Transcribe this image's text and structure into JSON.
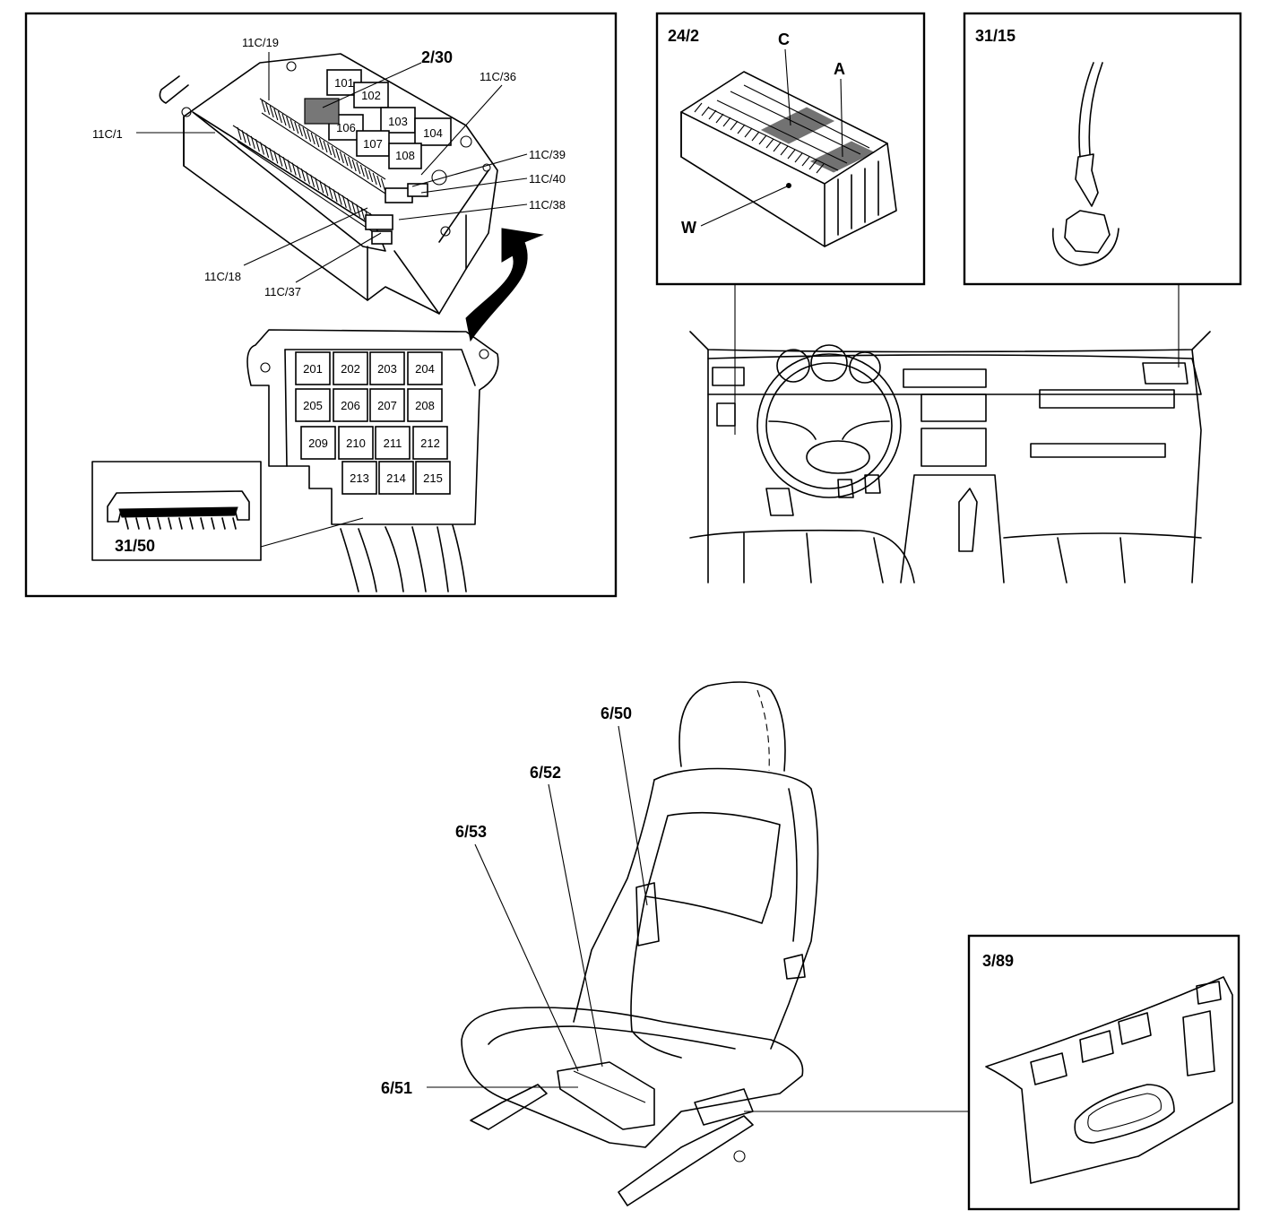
{
  "fuse_relay_box": {
    "frame_label": "",
    "callouts": [
      "11C/19",
      "2/30",
      "11C/36",
      "11C/1",
      "11C/39",
      "11C/40",
      "11C/38",
      "11C/18",
      "11C/37"
    ],
    "upper_relays": [
      "101",
      "102",
      "103",
      "104",
      "106",
      "107",
      "108"
    ],
    "lower_relays": [
      "201",
      "202",
      "203",
      "204",
      "205",
      "206",
      "207",
      "208",
      "209",
      "210",
      "211",
      "212",
      "213",
      "214",
      "215"
    ],
    "connector_label": "31/50"
  },
  "module_24_2": {
    "title": "24/2",
    "callouts": [
      "C",
      "A",
      "W"
    ]
  },
  "ground_31_15": {
    "title": "31/15"
  },
  "seat": {
    "callouts": [
      "6/50",
      "6/52",
      "6/53",
      "6/51"
    ]
  },
  "switch_3_89": {
    "title": "3/89"
  }
}
